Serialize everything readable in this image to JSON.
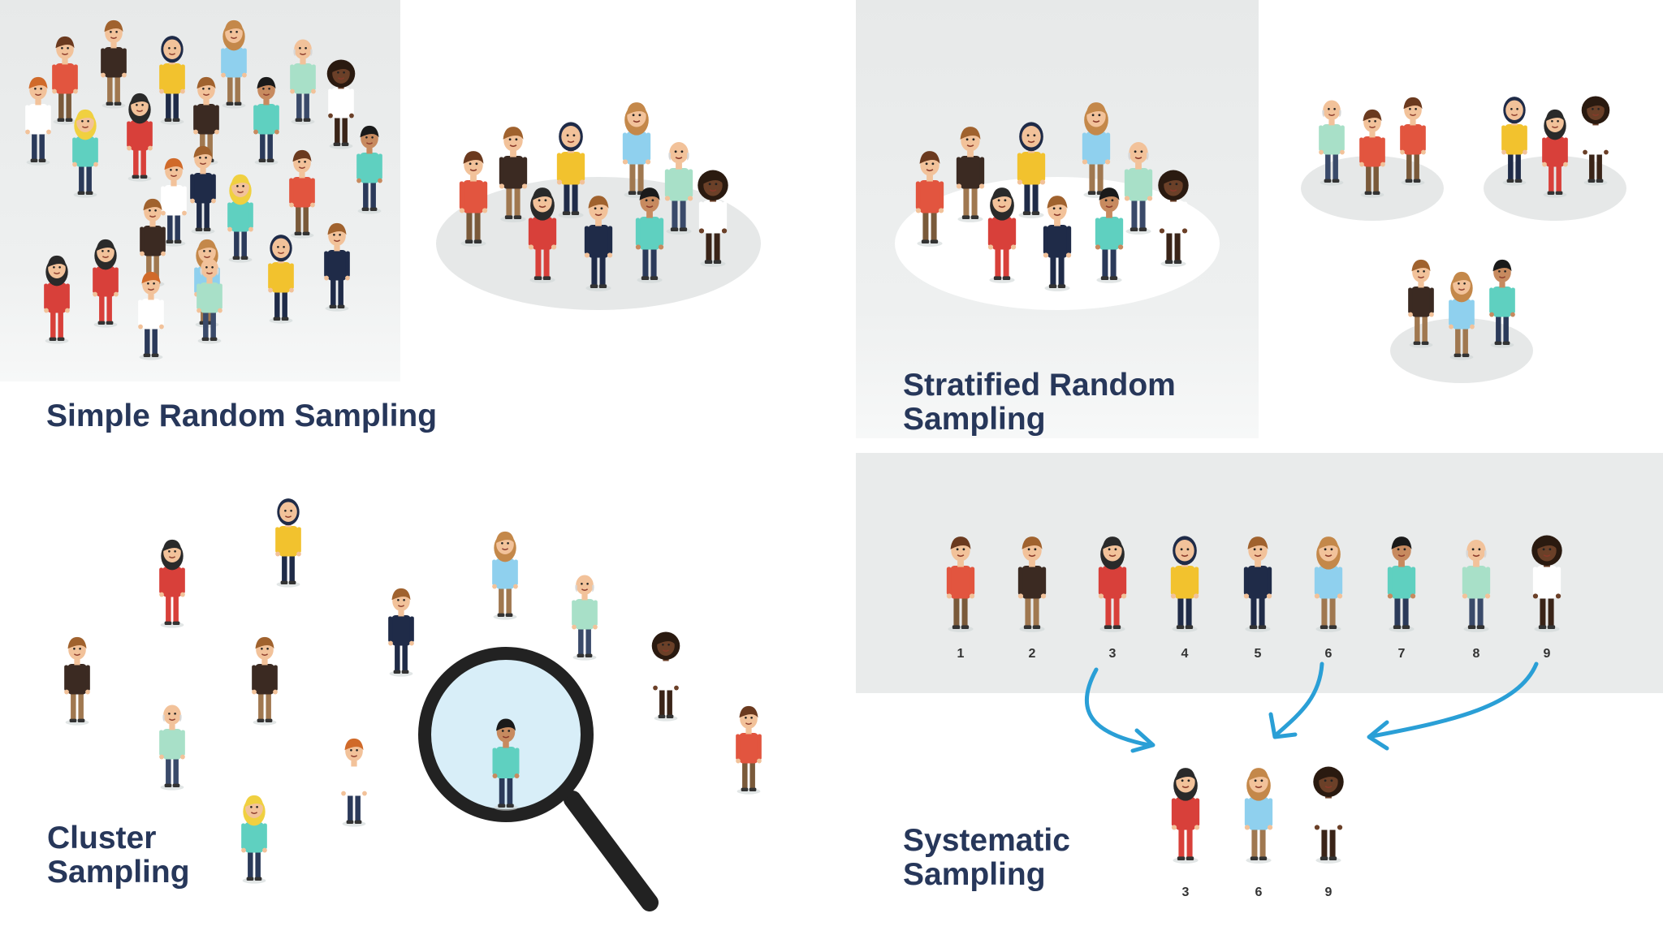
{
  "titles": {
    "simple_random": "Simple Random Sampling",
    "stratified_line1": "Stratified Random",
    "stratified_line2": "Sampling",
    "cluster_line1": "Cluster",
    "cluster_line2": "Sampling",
    "systematic_line1": "Systematic",
    "systematic_line2": "Sampling"
  },
  "systematic": {
    "row_numbers": [
      "1",
      "2",
      "3",
      "4",
      "5",
      "6",
      "7",
      "8",
      "9"
    ],
    "selected_numbers": [
      "3",
      "6",
      "9"
    ]
  },
  "colors": {
    "title": "#27375a",
    "arrow": "#2a9fd6",
    "panel_grey": "#e9ebeb",
    "ground_ellipse": "#e6e8e8",
    "magnifier_lens": "#d8eef8"
  },
  "icons": [
    "person-figure-icon",
    "magnifying-glass-icon",
    "curved-arrow-icon"
  ]
}
